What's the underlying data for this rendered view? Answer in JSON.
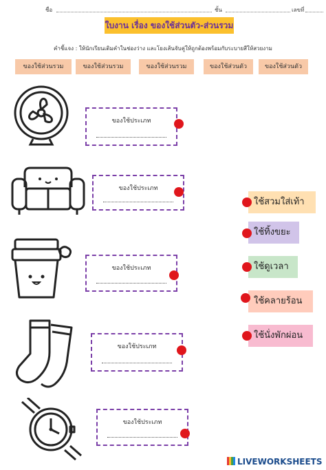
{
  "header": {
    "name_label": "ชื่อ",
    "class_label": "ชั้น",
    "number_label": "เลขที่"
  },
  "title": "ใบงาน เรื่อง ของใช้ส่วนตัว-ส่วนรวม",
  "instructions": "คำชี้แจง : ให้นักเรียนเติมคำในช่องว่าง และโยงเส้นจับคู่ให้ถูกต้องพร้อมกับระบายสีให้สวยงาม",
  "word_bank": [
    "ของใช้ส่วนรวม",
    "ของใช้ส่วนรวม",
    "ของใช้ส่วนรวม",
    "ของใช้ส่วนตัว",
    "ของใช้ส่วนตัว"
  ],
  "items": [
    {
      "icon": "fan-icon",
      "label": "ของใช้ประเภท",
      "value": ""
    },
    {
      "icon": "sofa-icon",
      "label": "ของใช้ประเภท",
      "value": ""
    },
    {
      "icon": "trash-bin-icon",
      "label": "ของใช้ประเภท",
      "value": ""
    },
    {
      "icon": "socks-icon",
      "label": "ของใช้ประเภท",
      "value": ""
    },
    {
      "icon": "wristwatch-icon",
      "label": "ของใช้ประเภท",
      "value": ""
    }
  ],
  "uses": [
    {
      "text": "ใช้สวมใส่เท้า",
      "color": "#ffe0b2"
    },
    {
      "text": "ใช้ทิ้งขยะ",
      "color": "#d1c4e9"
    },
    {
      "text": "ใช้ดูเวลา",
      "color": "#c8e6c9"
    },
    {
      "text": "ใช้คลายร้อน",
      "color": "#ffccbc"
    },
    {
      "text": "ใช้นั่งพักผ่อน",
      "color": "#f8bbd0"
    }
  ],
  "colors": {
    "title_bg": "#fbc02d",
    "title_text": "#6a2f9a",
    "word_box": "#f8c9a8",
    "dash_border": "#7b3fa8",
    "dot": "#e0161c"
  },
  "footer": {
    "brand": "LIVEWORKSHEETS"
  }
}
